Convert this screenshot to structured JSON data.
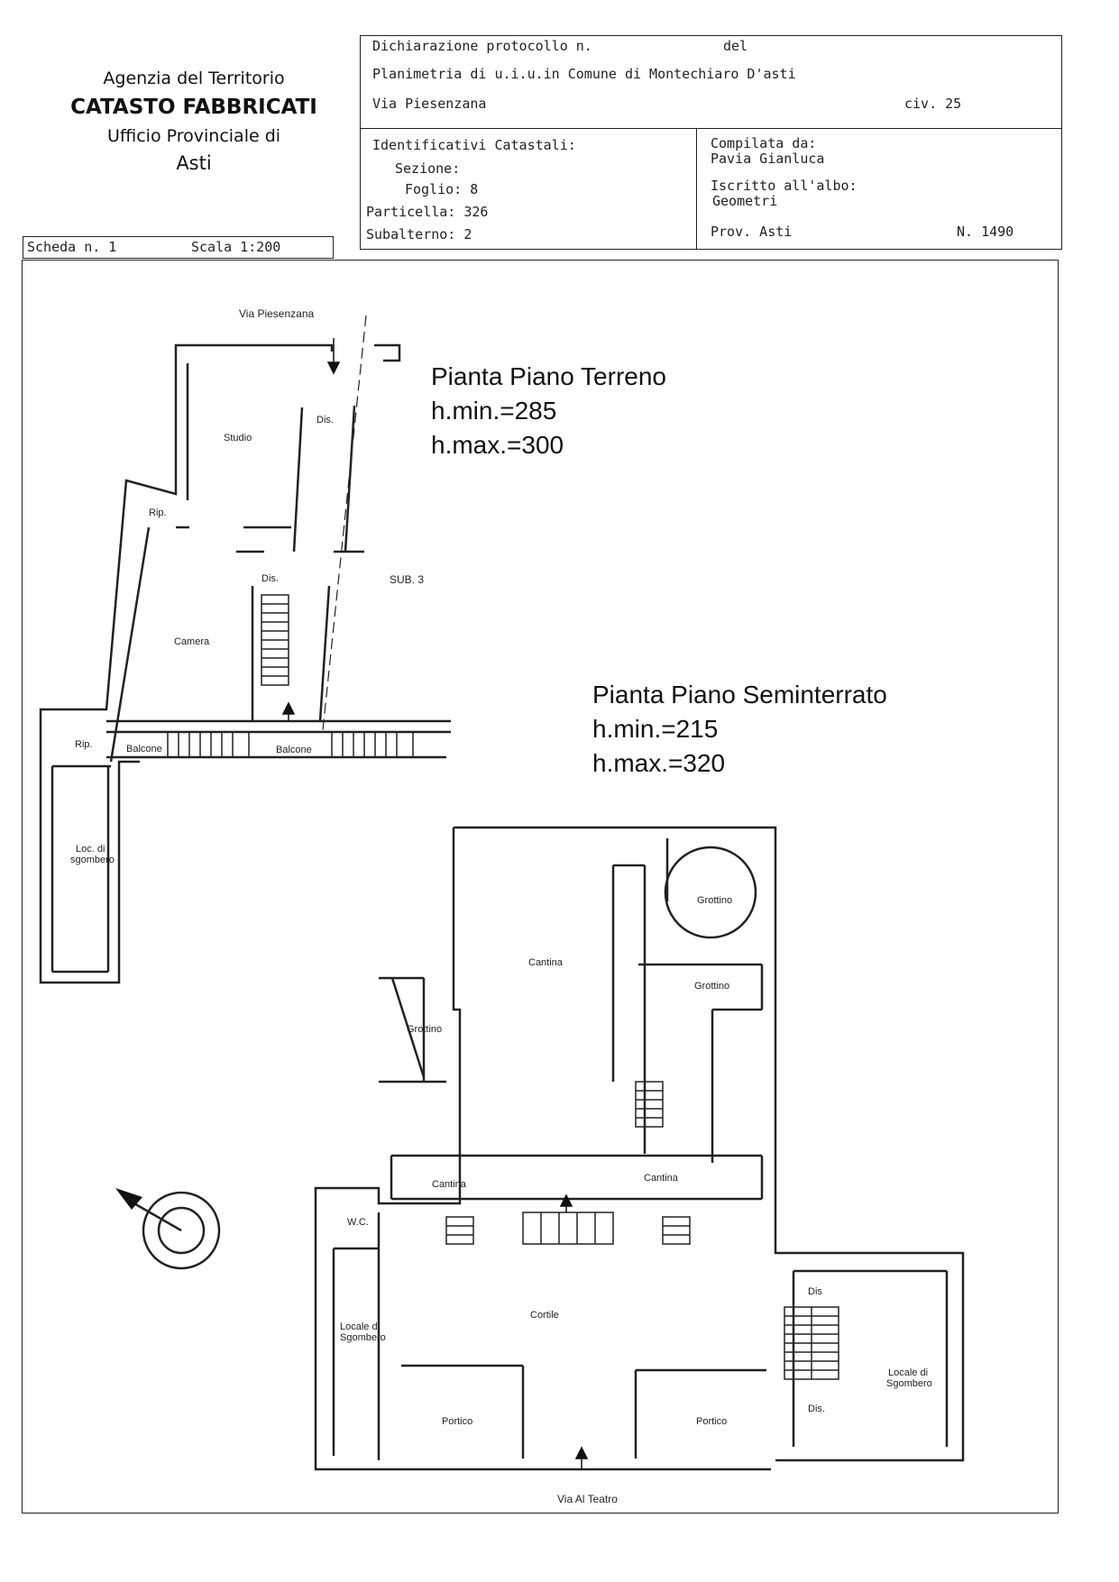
{
  "header": {
    "agency_line1": "Agenzia del Territorio",
    "agency_line2": "CATASTO FABBRICATI",
    "agency_line3": "Ufficio Provinciale di",
    "agency_line4": "Asti",
    "declaration": "Dichiarazione protocollo n.",
    "declaration_del": "del",
    "planimetria": "Planimetria di u.i.u.in Comune di Montechiaro D'asti",
    "via": "Via Piesenzana",
    "civ": "civ. 25",
    "identificativi": "Identificativi Catastali:",
    "sezione": "Sezione:",
    "foglio": "Foglio: 8",
    "particella": "Particella: 326",
    "subalterno": "Subalterno: 2",
    "compilata": "Compilata da:",
    "compilatore": "Pavia Gianluca",
    "iscritto": "Iscritto all'albo:",
    "albo": "Geometri",
    "provincia": "Prov. Asti",
    "numero": "N.  1490",
    "scheda": "Scheda n. 1",
    "scala": "Scala 1:200"
  },
  "plan": {
    "ground_title": "Pianta Piano Terreno",
    "ground_hmin": "h.min.=285",
    "ground_hmax": "h.max.=300",
    "basement_title": "Pianta Piano Seminterrato",
    "basement_hmin": "h.min.=215",
    "basement_hmax": "h.max.=320",
    "street_top": "Via Piesenzana",
    "street_bottom": "Via Al Teatro",
    "sub": "SUB. 3",
    "rooms_ground": {
      "studio": "Studio",
      "dis1": "Dis.",
      "rip1": "Rip.",
      "dis2": "Dis.",
      "camera": "Camera",
      "rip2": "Rip.",
      "balcone1": "Balcone",
      "balcone2": "Balcone",
      "locale_1": "Loc. di",
      "locale_2": "sgombero"
    },
    "rooms_basement": {
      "cantina_main": "Cantina",
      "grottino_round": "Grottino",
      "grottino_right": "Grottino",
      "grottino_left": "Grottino",
      "cantina_left": "Cantina",
      "cantina_right": "Cantina",
      "wc": "W.C.",
      "cortile": "Cortile",
      "locale_left_1": "Locale di",
      "locale_left_2": "Sgombero",
      "portico_left": "Portico",
      "portico_right": "Portico",
      "dis_top": "Dis",
      "dis_bottom": "Dis.",
      "locale_right_1": "Locale di",
      "locale_right_2": "Sgombero"
    }
  }
}
